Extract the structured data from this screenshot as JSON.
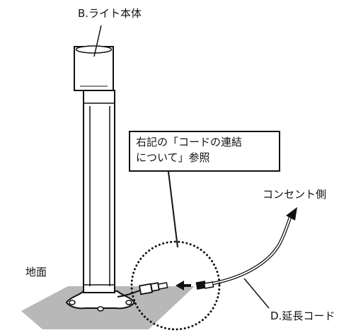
{
  "labels": {
    "light_body": "B.ライト本体",
    "outlet_side": "コンセント側",
    "ground": "地面",
    "extension_cord": "D.延長コード"
  },
  "callout": {
    "line1": "右記の「コードの連結",
    "line2": "について」参照"
  }
}
